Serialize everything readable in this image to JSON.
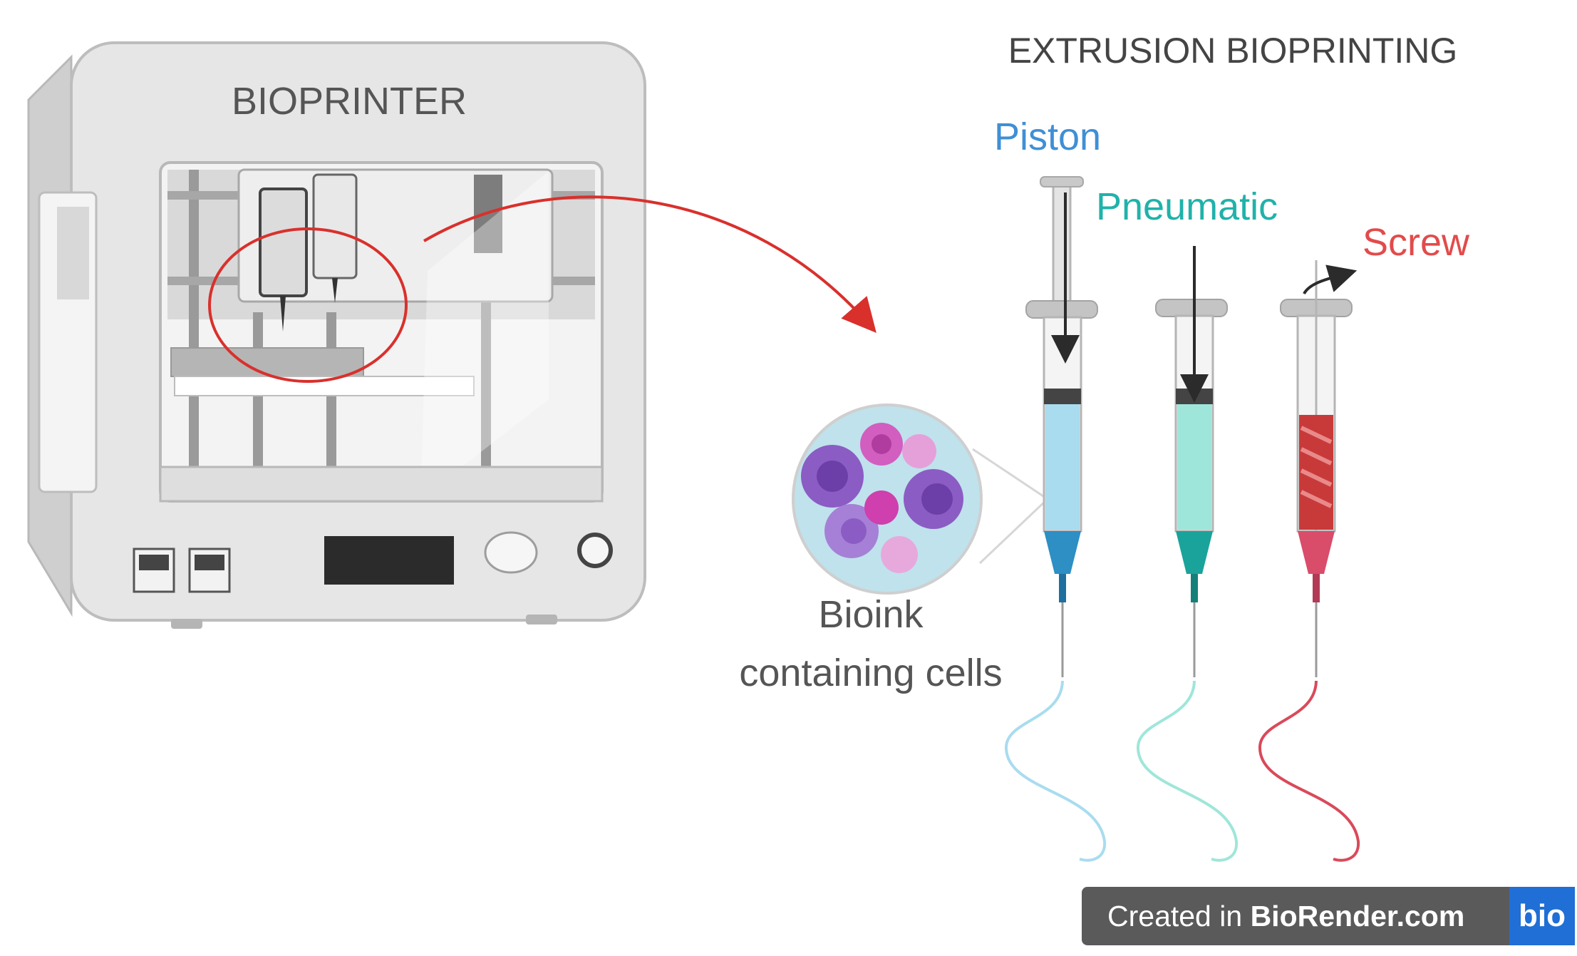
{
  "title": "EXTRUSION BIOPRINTING",
  "printer": {
    "label": "BIOPRINTER"
  },
  "syringes": [
    {
      "label": "Piston",
      "color": "#3f8fd6"
    },
    {
      "label": "Pneumatic",
      "color": "#20b2aa"
    },
    {
      "label": "Screw",
      "color": "#e24b4b"
    }
  ],
  "bioink": {
    "line1": "Bioink",
    "line2": "containing cells"
  },
  "credit": {
    "prefix": "Created in ",
    "brand": "BioRender.com",
    "logo": "bio"
  },
  "colors": {
    "highlight": "#d9302c",
    "piston_ink": "#a9dcef",
    "pneumatic_ink": "#9fe6da",
    "screw_ink": "#c83a3a"
  }
}
